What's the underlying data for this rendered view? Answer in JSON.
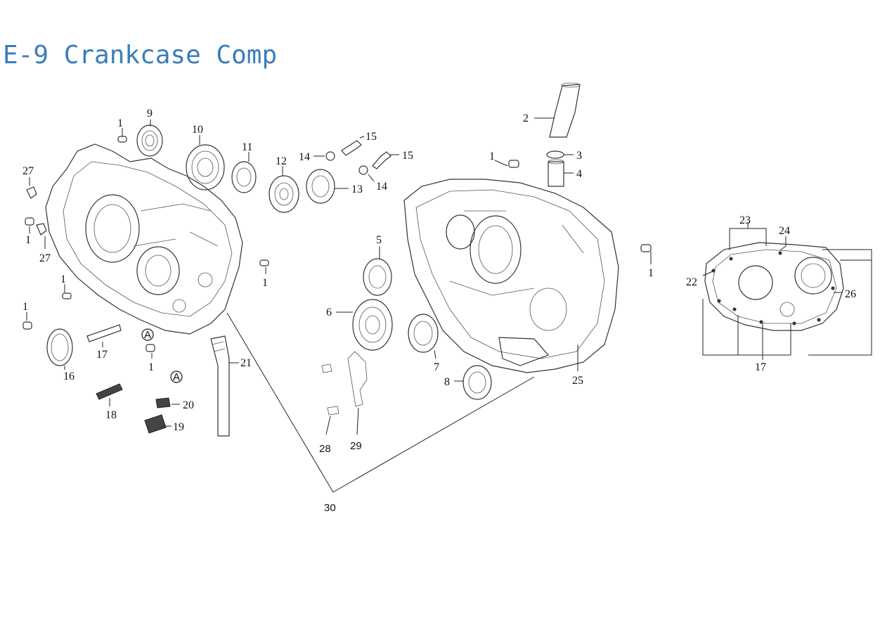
{
  "title": "E-9 Crankcase Comp",
  "circle_marker": "A",
  "callouts": [
    {
      "id": "c1a",
      "text": "1"
    },
    {
      "id": "c9",
      "text": "9"
    },
    {
      "id": "c10",
      "text": "10"
    },
    {
      "id": "c11",
      "text": "11"
    },
    {
      "id": "c12",
      "text": "12"
    },
    {
      "id": "c14a",
      "text": "14"
    },
    {
      "id": "c15a",
      "text": "15"
    },
    {
      "id": "c15b",
      "text": "15"
    },
    {
      "id": "c14b",
      "text": "14"
    },
    {
      "id": "c13",
      "text": "13"
    },
    {
      "id": "c27a",
      "text": "27"
    },
    {
      "id": "c1b",
      "text": "1"
    },
    {
      "id": "c27b",
      "text": "27"
    },
    {
      "id": "c1c",
      "text": "1"
    },
    {
      "id": "c1d",
      "text": "1"
    },
    {
      "id": "c1e",
      "text": "1"
    },
    {
      "id": "c16",
      "text": "16"
    },
    {
      "id": "c17a",
      "text": "17"
    },
    {
      "id": "c1f",
      "text": "1"
    },
    {
      "id": "c18",
      "text": "18"
    },
    {
      "id": "c20",
      "text": "20"
    },
    {
      "id": "c19",
      "text": "19"
    },
    {
      "id": "c21",
      "text": "21"
    },
    {
      "id": "c2",
      "text": "2"
    },
    {
      "id": "c3",
      "text": "3"
    },
    {
      "id": "c4",
      "text": "4"
    },
    {
      "id": "c1g",
      "text": "1"
    },
    {
      "id": "c5",
      "text": "5"
    },
    {
      "id": "c6",
      "text": "6"
    },
    {
      "id": "c7",
      "text": "7"
    },
    {
      "id": "c8",
      "text": "8"
    },
    {
      "id": "c25",
      "text": "25"
    },
    {
      "id": "c1h",
      "text": "1"
    },
    {
      "id": "c28",
      "text": "28"
    },
    {
      "id": "c29",
      "text": "29"
    },
    {
      "id": "c30",
      "text": "30"
    },
    {
      "id": "c23",
      "text": "23"
    },
    {
      "id": "c24",
      "text": "24"
    },
    {
      "id": "c22",
      "text": "22"
    },
    {
      "id": "c26",
      "text": "26"
    },
    {
      "id": "c17b",
      "text": "17"
    }
  ]
}
